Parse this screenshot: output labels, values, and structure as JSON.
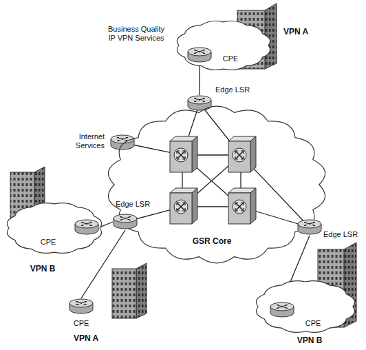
{
  "diagram": {
    "nodes": [
      {
        "text": [
          "CPE",
          "VPN A"
        ]
      },
      {
        "text": [
          "Edge LSR"
        ]
      },
      {
        "text": [
          "Internet Services"
        ]
      },
      {
        "text": [
          "GSR Core"
        ]
      },
      {
        "text": [
          "Edge LSR"
        ]
      },
      {
        "text": [
          "Edge LSR"
        ]
      },
      {
        "text": [
          "CPE",
          "VPN B"
        ]
      },
      {
        "text": [
          "CPE",
          "VPN A"
        ]
      },
      {
        "text": [
          "CPE",
          "VPN B"
        ]
      }
    ],
    "edges": [
      {
        "from": 0,
        "to": 1,
        "arrow": "none"
      },
      {
        "from": 6,
        "to": 4,
        "arrow": "none"
      },
      {
        "from": 7,
        "to": 4,
        "arrow": "none"
      },
      {
        "from": 8,
        "to": 5,
        "arrow": "none"
      }
    ],
    "labels": [
      "Business Quality IP VPN Services"
    ]
  }
}
